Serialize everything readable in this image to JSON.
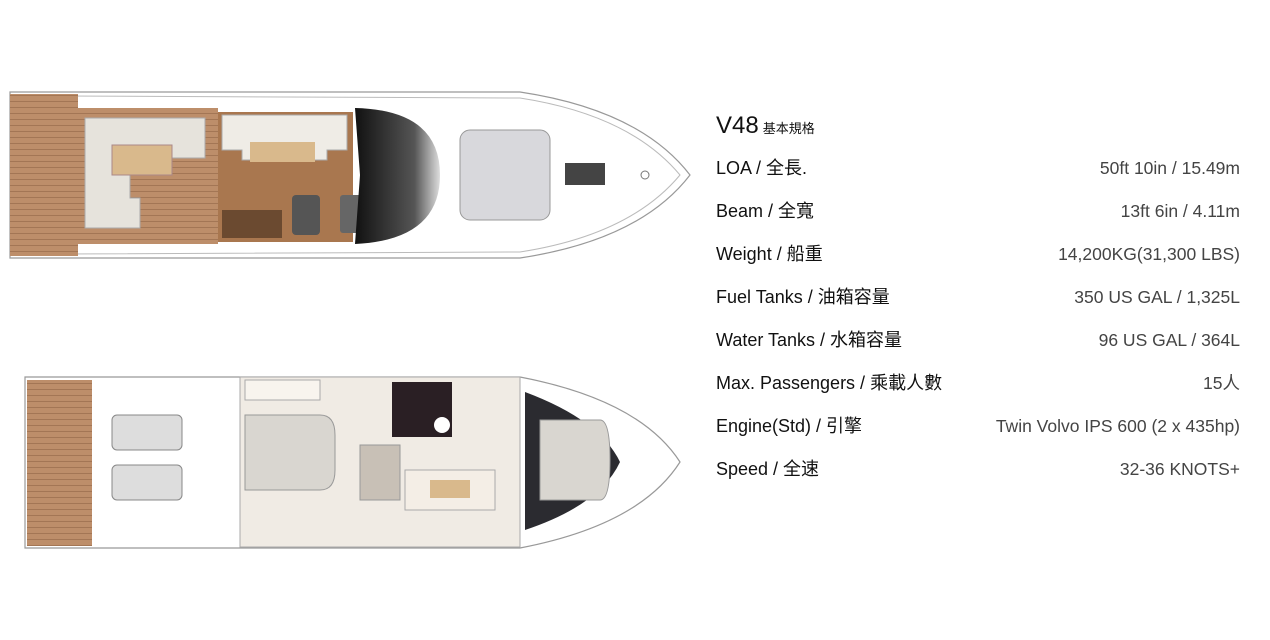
{
  "spec": {
    "model": "V48",
    "subtitle": "基本規格",
    "rows": [
      {
        "label": "LOA / 全長.",
        "value": "50ft 10in / 15.49m"
      },
      {
        "label": "Beam / 全寬",
        "value": "13ft 6in / 4.11m"
      },
      {
        "label": "Weight / 船重",
        "value": "14,200KG(31,300 LBS)"
      },
      {
        "label": "Fuel Tanks / 油箱容量",
        "value": "350 US GAL / 1,325L"
      },
      {
        "label": "Water Tanks / 水箱容量",
        "value": "96 US GAL / 364L"
      },
      {
        "label": "Max. Passengers / 乘載人數",
        "value": "15人"
      },
      {
        "label": "Engine(Std) / 引擎",
        "value": "Twin Volvo IPS 600 (2 x 435hp)"
      },
      {
        "label": "Speed / 全速",
        "value": "32-36 KNOTS+"
      }
    ]
  },
  "colors": {
    "teak": "#b98a66",
    "cushion": "#e6e3dc",
    "tan": "#d9b98c",
    "dark": "#1d1d22"
  }
}
